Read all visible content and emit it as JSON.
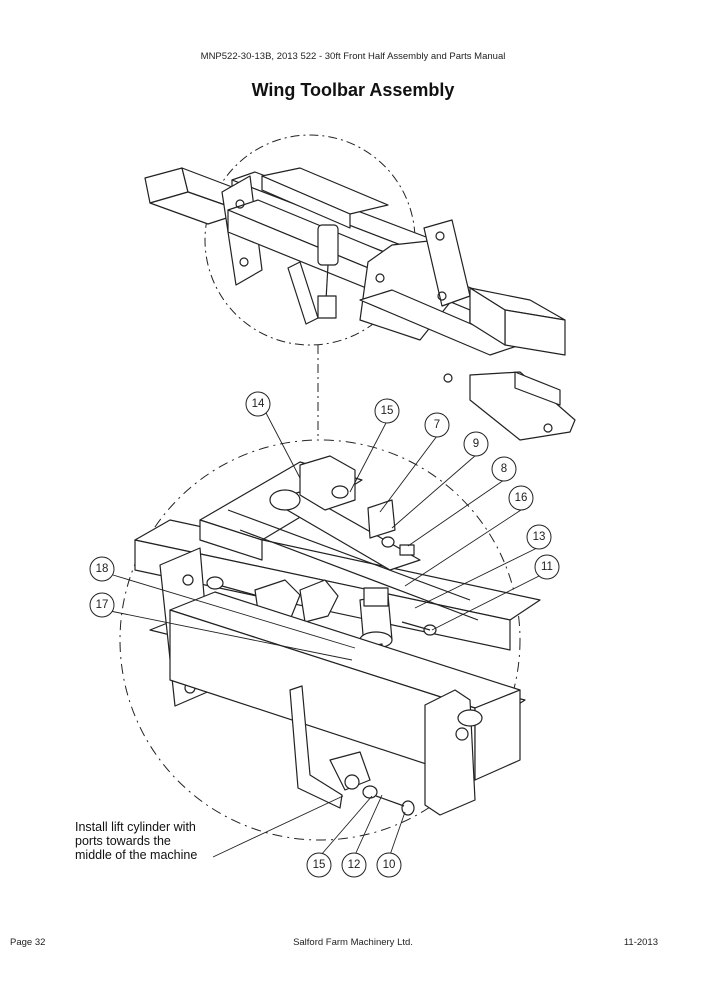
{
  "header": {
    "manual": "MNP522-30-13B, 2013 522 - 30ft Front Half Assembly and Parts Manual"
  },
  "title": "Wing Toolbar Assembly",
  "callouts": {
    "c14": "14",
    "c15a": "15",
    "c7": "7",
    "c9": "9",
    "c8": "8",
    "c16": "16",
    "c13": "13",
    "c11": "11",
    "c18": "18",
    "c17": "17",
    "c15b": "15",
    "c12": "12",
    "c10": "10"
  },
  "note": {
    "line1": "Install lift cylinder with",
    "line2": "ports towards the",
    "line3": "middle of the machine"
  },
  "footer": {
    "page": "Page 32",
    "company": "Salford Farm Machinery Ltd.",
    "date": "11-2013"
  }
}
